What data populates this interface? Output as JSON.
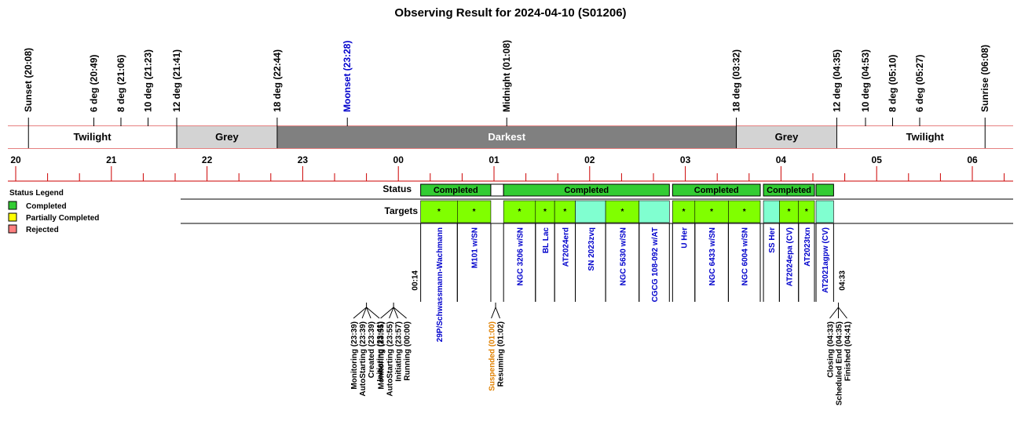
{
  "chart_data": {
    "type": "timeline",
    "title": "Observing Result for 2024-04-10 (S01206)",
    "colors": {
      "completed": "#33cc33",
      "partially_completed": "#ffff00",
      "rejected": "#ff8080",
      "target_green": "#80ff00",
      "target_cyan": "#80ffd0",
      "twilight": "#ffffff",
      "grey": "#d3d3d3",
      "darkest": "#808080",
      "axis_red": "#cc0000",
      "moon_blue": "#0000cc",
      "suspended_orange": "#e08000"
    },
    "events": [
      {
        "label": "Sunset (20:08)",
        "time": "20:08",
        "color": "black"
      },
      {
        "label": "6 deg (20:49)",
        "time": "20:49",
        "color": "black"
      },
      {
        "label": "8 deg (21:06)",
        "time": "21:06",
        "color": "black"
      },
      {
        "label": "10 deg (21:23)",
        "time": "21:23",
        "color": "black"
      },
      {
        "label": "12 deg (21:41)",
        "time": "21:41",
        "color": "black"
      },
      {
        "label": "18 deg (22:44)",
        "time": "22:44",
        "color": "black"
      },
      {
        "label": "Moonset (23:28)",
        "time": "23:28",
        "color": "blue"
      },
      {
        "label": "Midnight (01:08)",
        "time": "01:08",
        "color": "black"
      },
      {
        "label": "18 deg (03:32)",
        "time": "03:32",
        "color": "black"
      },
      {
        "label": "12 deg (04:35)",
        "time": "04:35",
        "color": "black"
      },
      {
        "label": "10 deg (04:53)",
        "time": "04:53",
        "color": "black"
      },
      {
        "label": "8 deg (05:10)",
        "time": "05:10",
        "color": "black"
      },
      {
        "label": "6 deg (05:27)",
        "time": "05:27",
        "color": "black"
      },
      {
        "label": "Sunrise (06:08)",
        "time": "06:08",
        "color": "black"
      }
    ],
    "bands": [
      {
        "label": "Twilight",
        "start": "20:08",
        "end": "21:41",
        "kind": "twilight"
      },
      {
        "label": "Grey",
        "start": "21:41",
        "end": "22:44",
        "kind": "grey"
      },
      {
        "label": "Darkest",
        "start": "22:44",
        "end": "03:32",
        "kind": "darkest"
      },
      {
        "label": "Grey",
        "start": "03:32",
        "end": "04:35",
        "kind": "grey"
      },
      {
        "label": "Twilight",
        "start": "04:35",
        "end": "06:08",
        "kind": "twilight"
      }
    ],
    "hour_ticks": [
      "20",
      "21",
      "22",
      "23",
      "00",
      "01",
      "02",
      "03",
      "04",
      "05",
      "06"
    ],
    "row_labels": {
      "status": "Status",
      "targets": "Targets"
    },
    "status_blocks": [
      {
        "label": "Completed",
        "start": "00:14",
        "end": "00:58",
        "state": "completed"
      },
      {
        "label": "",
        "start": "00:58",
        "end": "01:06",
        "state": "none"
      },
      {
        "label": "Completed",
        "start": "01:06",
        "end": "02:50",
        "state": "completed"
      },
      {
        "label": "Completed",
        "start": "02:52",
        "end": "03:47",
        "state": "completed"
      },
      {
        "label": "Completed",
        "start": "03:49",
        "end": "04:21",
        "state": "completed"
      },
      {
        "label": "",
        "start": "04:22",
        "end": "04:33",
        "state": "completed"
      }
    ],
    "targets": [
      {
        "name": "29P/Schwassmann-Wachmann",
        "start": "00:14",
        "end": "00:37",
        "color": "green",
        "marker": "*"
      },
      {
        "name": "M101 w/SN",
        "start": "00:37",
        "end": "00:58",
        "color": "green",
        "marker": "*"
      },
      {
        "name": "NGC 3206 w/SN",
        "start": "01:06",
        "end": "01:26",
        "color": "green",
        "marker": "*"
      },
      {
        "name": "BL Lac",
        "start": "01:26",
        "end": "01:38",
        "color": "green",
        "marker": "*"
      },
      {
        "name": "AT2024erd",
        "start": "01:38",
        "end": "01:51",
        "color": "green",
        "marker": "*"
      },
      {
        "name": "SN 2023zvq",
        "start": "01:51",
        "end": "02:10",
        "color": "cyan",
        "marker": ""
      },
      {
        "name": "NGC 5630 w/SN",
        "start": "02:10",
        "end": "02:31",
        "color": "green",
        "marker": "*"
      },
      {
        "name": "CGCG 108-092 w/AT",
        "start": "02:31",
        "end": "02:50",
        "color": "cyan",
        "marker": ""
      },
      {
        "name": "U Her",
        "start": "02:52",
        "end": "03:06",
        "color": "green",
        "marker": "*"
      },
      {
        "name": "NGC 6433 w/SN",
        "start": "03:06",
        "end": "03:27",
        "color": "green",
        "marker": "*"
      },
      {
        "name": "NGC 6004 w/SN",
        "start": "03:27",
        "end": "03:47",
        "color": "green",
        "marker": "*"
      },
      {
        "name": "SS Her",
        "start": "03:49",
        "end": "03:59",
        "color": "cyan",
        "marker": ""
      },
      {
        "name": "AT2024epa (CV)",
        "start": "03:59",
        "end": "04:11",
        "color": "green",
        "marker": "*"
      },
      {
        "name": "AT2023txn",
        "start": "04:11",
        "end": "04:21",
        "color": "green",
        "marker": "*"
      },
      {
        "name": "AT2021agpw (CV)",
        "start": "04:22",
        "end": "04:33",
        "color": "cyan",
        "marker": ""
      }
    ],
    "run_start_label": "00:14",
    "run_end_label": "04:33",
    "log_groups": [
      {
        "items": [
          "Monitoring (23:39)",
          "AutoStarting (23:39)",
          "Created (23:39)",
          "Initiating (23:41)"
        ],
        "time": "23:40"
      },
      {
        "items": [
          "Monitoring (23:55)",
          "AutoStarting (23:55)",
          "Initiating (23:57)",
          "Running (00:00)"
        ],
        "time": "23:57"
      },
      {
        "items": [
          "Suspended (01:00)",
          "Resuming (01:02)"
        ],
        "time": "01:01",
        "colors": [
          "orange",
          "black"
        ]
      },
      {
        "items": [
          "Closing (04:33)",
          "Scheduled End (04:35)",
          "Finished (04:41)"
        ],
        "time": "04:36"
      }
    ],
    "legend": {
      "title": "Status Legend",
      "entries": [
        {
          "label": "Completed",
          "color": "#33cc33"
        },
        {
          "label": "Partially Completed",
          "color": "#ffff00"
        },
        {
          "label": "Rejected",
          "color": "#ff8080"
        }
      ]
    }
  }
}
